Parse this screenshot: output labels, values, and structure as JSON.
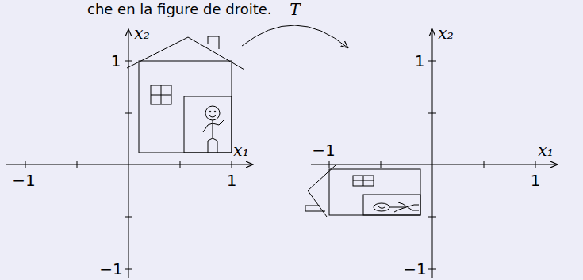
{
  "diagram": {
    "labels": [
      "che en la figure de droite.",
      "T",
      "x₂",
      "1",
      "x₁",
      "−1",
      "1",
      "−1",
      "x₂",
      "1",
      "−1",
      "x₁",
      "1",
      "−1"
    ]
  }
}
